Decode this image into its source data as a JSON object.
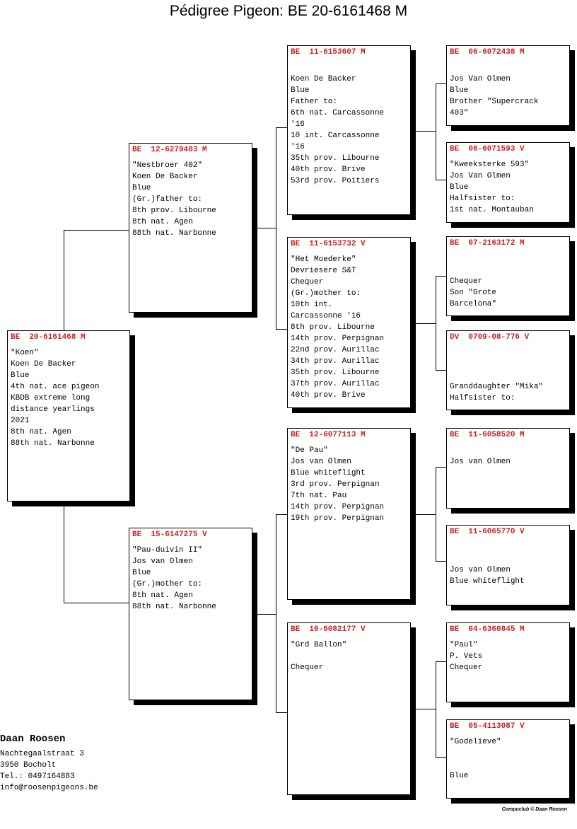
{
  "title": "Pédigree Pigeon: BE  20-6161468 M",
  "pigeons": {
    "subject": {
      "header": "BE  20-6161468 M",
      "lines": [
        "\"Koen\"",
        "Koen De Backer",
        "Blue",
        "4th nat. ace pigeon",
        "KBDB extreme long",
        "distance yearlings",
        "2021",
        "8th nat. Agen",
        "88th nat. Narbonne"
      ]
    },
    "father": {
      "header": "BE  12-6279403 M",
      "lines": [
        "\"Nestbroer 402\"",
        "Koen De Backer",
        "Blue",
        "(Gr.)father to:",
        "8th prov. Libourne",
        "8th nat. Agen",
        "88th nat. Narbonne"
      ]
    },
    "mother": {
      "header": "BE  15-6147275 V",
      "lines": [
        "\"Pau-duivin II\"",
        "Jos van Olmen",
        "Blue",
        "(Gr.)mother to:",
        "8th nat. Agen",
        "88th nat. Narbonne"
      ]
    },
    "ff": {
      "header": "BE  11-6153607 M",
      "lines": [
        "",
        "Koen De Backer",
        "Blue",
        "Father to:",
        "6th nat. Carcassonne",
        "'16",
        "10 int. Carcassonne",
        "'16",
        "35th prov. Libourne",
        "40th prov. Brive",
        "53rd prov. Poitiers"
      ]
    },
    "fm": {
      "header": "BE  11-6153732 V",
      "lines": [
        "\"Het Moederke\"",
        "Devriesere S&T",
        "Chequer",
        "(Gr.)mother to:",
        "10th int.",
        "Carcassonne '16",
        "8th prov. Libourne",
        "14th prov. Perpignan",
        "22nd prov. Aurillac",
        "34th prov. Aurillac",
        "35th prov. Libourne",
        "37th prov. Aurillac",
        "40th prov. Brive"
      ]
    },
    "mf": {
      "header": "BE  12-6077113 M",
      "lines": [
        "\"De Pau\"",
        "Jos van Olmen",
        "Blue whiteflight",
        "3rd prov. Perpignan",
        "7th nat. Pau",
        "14th prov. Perpignan",
        "19th prov. Perpignan"
      ]
    },
    "mm": {
      "header": "BE  10-6082177 V",
      "lines": [
        "\"Grd Ballon\"",
        "",
        "Chequer"
      ]
    },
    "fff": {
      "header": "BE  06-6072438 M",
      "lines": [
        "",
        "Jos Van Olmen",
        "Blue",
        "Brother \"Supercrack",
        "403\""
      ]
    },
    "ffm": {
      "header": "BE  06-6071593 V",
      "lines": [
        "\"Kweeksterke 593\"",
        "Jos Van Olmen",
        "Blue",
        "Halfsister to:",
        "1st nat. Montauban"
      ]
    },
    "fmf": {
      "header": "BE  07-2163172 M",
      "lines": [
        "",
        "",
        "Chequer",
        "Son \"Grote",
        "Barcelona\""
      ]
    },
    "fmm": {
      "header": "DV  0709-08-776 V",
      "lines": [
        "",
        "",
        "",
        "Granddaughter \"Mika\"",
        "Halfsister to:"
      ]
    },
    "mff": {
      "header": "BE  11-6058520 M",
      "lines": [
        "",
        "Jos van Olmen"
      ]
    },
    "mfm": {
      "header": "BE  11-6065770 V",
      "lines": [
        "",
        "",
        "Jos van Olmen",
        "Blue whiteflight"
      ]
    },
    "mmf": {
      "header": "BE  04-6360845 M",
      "lines": [
        "\"Paul\"",
        "P. Vets",
        "Chequer"
      ]
    },
    "mmm": {
      "header": "BE  05-4113087 V",
      "lines": [
        "\"Godelieve\"",
        "",
        "",
        "Blue"
      ]
    }
  },
  "breeder": {
    "name": "Daan Roosen",
    "street": "Nachtegaalstraat 3",
    "city": "3950  Bocholt",
    "phone": "Tel.: 0497164883",
    "email": "info@roosenpigeons.be"
  },
  "footer": "Compuclub © Daan Roosen",
  "colors": {
    "header": "#cc2222",
    "shadow": "#000000"
  }
}
